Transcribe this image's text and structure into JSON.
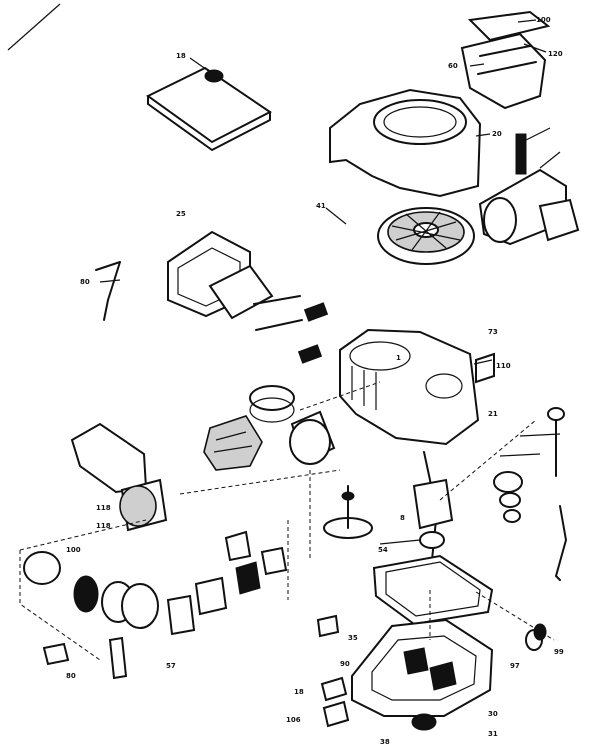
{
  "callouts": [
    {
      "text": "100"
    },
    {
      "text": "120"
    },
    {
      "text": "18"
    },
    {
      "text": "60"
    },
    {
      "text": "20"
    },
    {
      "text": "41"
    },
    {
      "text": "25"
    },
    {
      "text": "80"
    },
    {
      "text": "73"
    },
    {
      "text": "110"
    },
    {
      "text": "21"
    },
    {
      "text": "1"
    },
    {
      "text": "8"
    },
    {
      "text": "54"
    },
    {
      "text": "57"
    },
    {
      "text": "35"
    },
    {
      "text": "99"
    },
    {
      "text": "97"
    },
    {
      "text": "30"
    },
    {
      "text": "31"
    },
    {
      "text": "38"
    },
    {
      "text": "18"
    },
    {
      "text": "106"
    },
    {
      "text": "100"
    },
    {
      "text": "80"
    },
    {
      "text": "118"
    },
    {
      "text": "90"
    },
    {
      "text": "118"
    }
  ]
}
